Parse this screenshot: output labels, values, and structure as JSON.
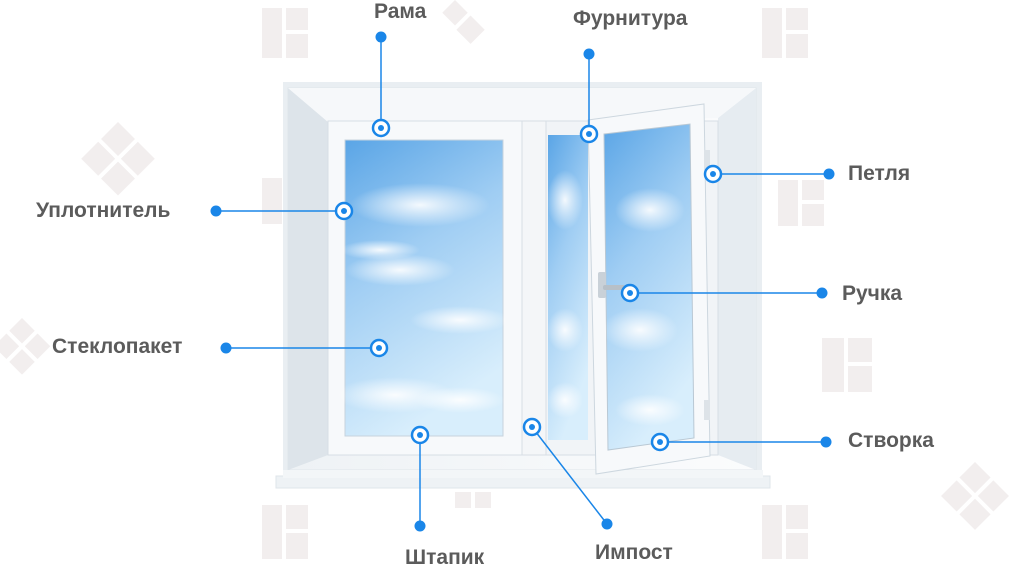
{
  "labels": {
    "rama": "Рама",
    "furnitura": "Фурнитура",
    "petlya": "Петля",
    "uplotnitel": "Уплотнитель",
    "ruchka": "Ручка",
    "steklopaket": "Стеклопакет",
    "stvorka": "Створка",
    "shtapik": "Штапик",
    "impost": "Импост"
  },
  "colors": {
    "accent": "#1a86e8",
    "label_text": "#5b5b5b",
    "frame": "#f4f6f8",
    "frame_shadow": "#d6dde4",
    "sky_top": "#6fb2ea",
    "sky_bottom": "#d4ebfb",
    "watermark": "#f2eeee"
  }
}
